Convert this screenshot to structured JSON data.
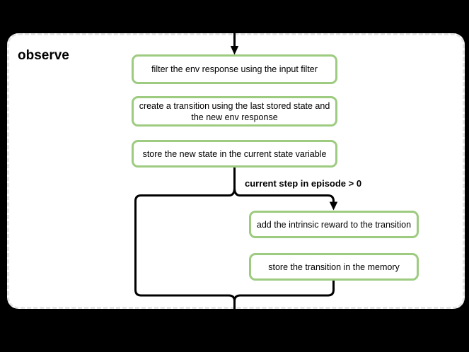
{
  "background_color": "#000000",
  "panel": {
    "border_color": "#E5E5E5",
    "fill": "#FFFFFF"
  },
  "diagram": {
    "title": "observe",
    "nodes": [
      {
        "id": "filter-env-response",
        "label": "filter the env response using the input filter"
      },
      {
        "id": "create-transition",
        "label": "create a transition using the last stored state and the new env response"
      },
      {
        "id": "store-new-state",
        "label": "store the new state in the current state variable"
      },
      {
        "id": "add-intrinsic-reward",
        "label": "add the intrinsic reward to the transition"
      },
      {
        "id": "store-transition-memory",
        "label": "store the transition in the memory"
      }
    ],
    "edges": {
      "condition_label": "current step in episode > 0"
    },
    "colors": {
      "node_border": "#9DCB80",
      "node_fill": "#FFFFFF",
      "connector": "#000000",
      "text": "#000000"
    }
  }
}
